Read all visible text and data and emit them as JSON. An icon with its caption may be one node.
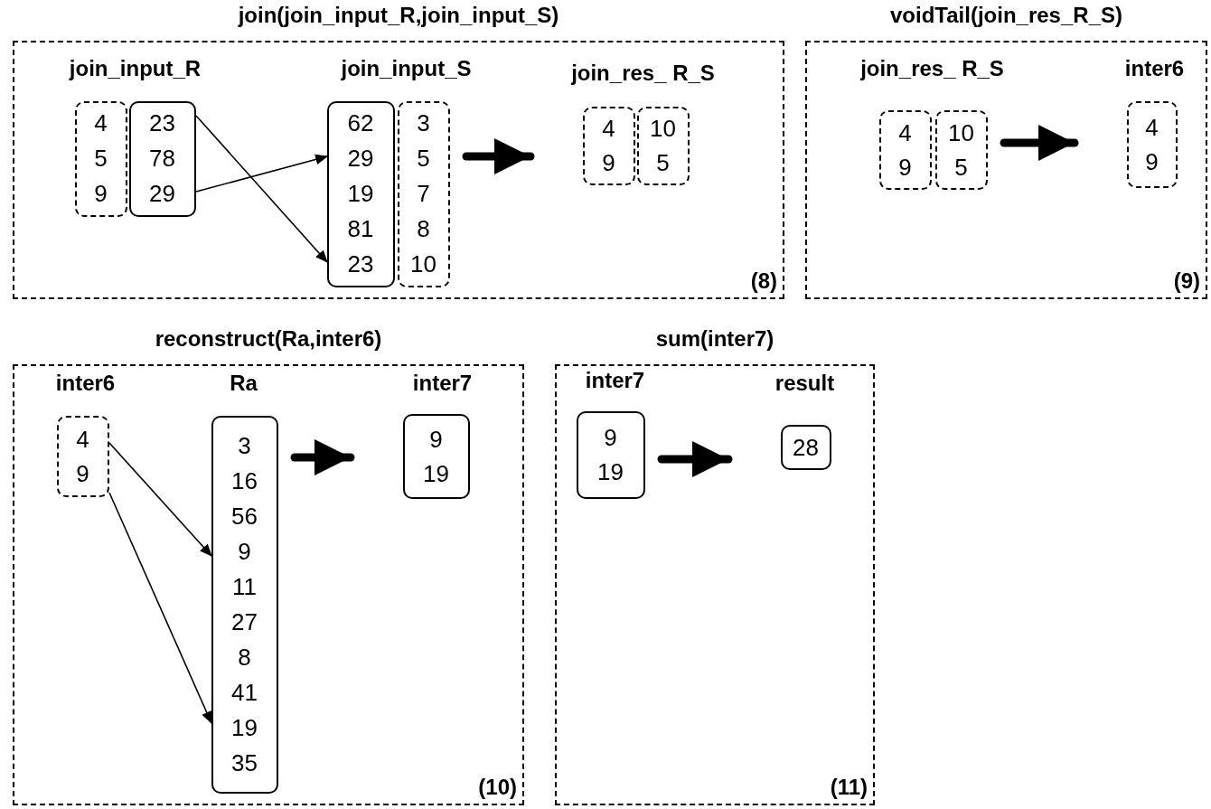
{
  "diagram": {
    "nodes": [
      {
        "text": [
          "join(join_input_R,join_input_S)",
          "(8)"
        ]
      },
      {
        "text": [
          "4",
          "5",
          "9"
        ],
        "in": 0,
        "beside": [
          "join_input_R"
        ]
      },
      {
        "text": [
          "23",
          "78",
          "29"
        ],
        "in": 0
      },
      {
        "text": [
          "62",
          "29",
          "19",
          "81",
          "23"
        ],
        "in": 0,
        "beside": [
          "join_input_S"
        ]
      },
      {
        "text": [
          "3",
          "5",
          "7",
          "8",
          "10"
        ],
        "in": 0
      },
      {
        "text": [
          "4",
          "9"
        ],
        "in": 0,
        "beside": [
          "join_res_ R_S"
        ]
      },
      {
        "text": [
          "10",
          "5"
        ],
        "in": 0
      },
      {
        "text": [
          "voidTail(join_res_R_S)",
          "(9)"
        ]
      },
      {
        "text": [
          "4",
          "9"
        ],
        "in": 7,
        "beside": [
          "join_res_ R_S"
        ]
      },
      {
        "text": [
          "10",
          "5"
        ],
        "in": 7
      },
      {
        "text": [
          "4",
          "9"
        ],
        "in": 7,
        "beside": [
          "inter6"
        ]
      },
      {
        "text": [
          "reconstruct(Ra,inter6)",
          "(10)"
        ]
      },
      {
        "text": [
          "4",
          "9"
        ],
        "in": 11,
        "beside": [
          "inter6"
        ]
      },
      {
        "text": [
          "3",
          "16",
          "56",
          "9",
          "11",
          "27",
          "8",
          "41",
          "19",
          "35"
        ],
        "in": 11,
        "beside": [
          "Ra"
        ]
      },
      {
        "text": [
          "9",
          "19"
        ],
        "in": 11,
        "beside": [
          "inter7"
        ]
      },
      {
        "text": [
          "sum(inter7)",
          "(11)"
        ]
      },
      {
        "text": [
          "9",
          "19"
        ],
        "in": 15,
        "beside": [
          "inter7"
        ]
      },
      {
        "text": [
          "28"
        ],
        "in": 15,
        "beside": [
          "result"
        ]
      }
    ],
    "edges": [
      {
        "from": 2,
        "to": 3,
        "arrow": "to"
      },
      {
        "from": 2,
        "to": 3,
        "arrow": "to"
      },
      {
        "from": 4,
        "to": 5,
        "arrow": "to",
        "style": "thick"
      },
      {
        "from": 9,
        "to": 10,
        "arrow": "to",
        "style": "thick"
      },
      {
        "from": 12,
        "to": 13,
        "arrow": "to"
      },
      {
        "from": 12,
        "to": 13,
        "arrow": "to"
      },
      {
        "from": 13,
        "to": 14,
        "arrow": "to",
        "style": "thick"
      },
      {
        "from": 16,
        "to": 17,
        "arrow": "to",
        "style": "thick"
      }
    ]
  }
}
